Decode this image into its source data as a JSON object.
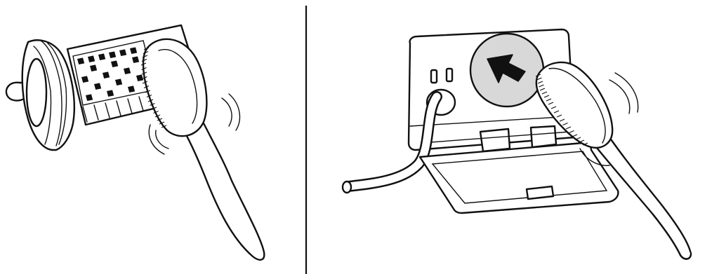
{
  "figure": {
    "panels": [
      {
        "id": "left",
        "subject": "filter-cartridge-cleaned-with-brush"
      },
      {
        "id": "right",
        "subject": "filter-housing-cleaned-with-brush"
      }
    ],
    "colors": {
      "line": "#111111",
      "background": "#ffffff",
      "accent_fill": "#d8d8d8",
      "mesh": "#111111"
    },
    "icons": [
      "arrow-icon",
      "brush-icon",
      "vibration-icon"
    ]
  }
}
